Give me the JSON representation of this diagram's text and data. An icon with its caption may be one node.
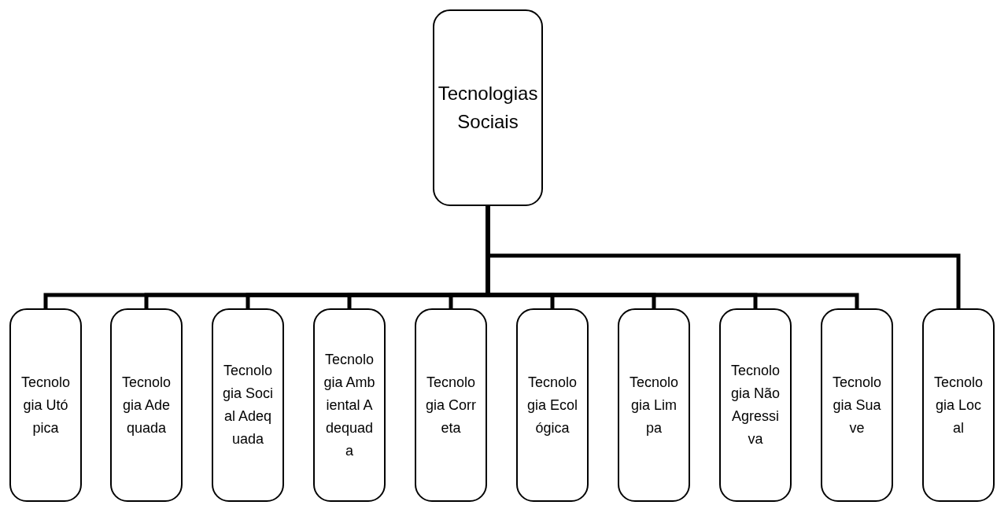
{
  "diagram": {
    "nodes": [
      {
        "text": [
          "Tecnologias Sociais"
        ]
      },
      {
        "text": [
          "Tecnologia Utópica"
        ]
      },
      {
        "text": [
          "Tecnologia Adequada"
        ]
      },
      {
        "text": [
          "Tecnologia Social Adequada"
        ]
      },
      {
        "text": [
          "Tecnologia Ambiental Adequada"
        ]
      },
      {
        "text": [
          "Tecnologia Correta"
        ]
      },
      {
        "text": [
          "Tecnologia Ecológica"
        ]
      },
      {
        "text": [
          "Tecnologia Limpa"
        ]
      },
      {
        "text": [
          "Tecnologia Não Agressiva"
        ]
      },
      {
        "text": [
          "Tecnologia Suave"
        ]
      },
      {
        "text": [
          "Tecnologia Local"
        ]
      }
    ],
    "edges": [
      {
        "from": 0,
        "to": 1,
        "arrow": "none"
      },
      {
        "from": 0,
        "to": 2,
        "arrow": "none"
      },
      {
        "from": 0,
        "to": 3,
        "arrow": "none"
      },
      {
        "from": 0,
        "to": 4,
        "arrow": "none"
      },
      {
        "from": 0,
        "to": 5,
        "arrow": "none"
      },
      {
        "from": 0,
        "to": 6,
        "arrow": "none"
      },
      {
        "from": 0,
        "to": 7,
        "arrow": "none"
      },
      {
        "from": 0,
        "to": 8,
        "arrow": "none"
      },
      {
        "from": 0,
        "to": 9,
        "arrow": "none"
      },
      {
        "from": 0,
        "to": 10,
        "arrow": "none"
      }
    ]
  }
}
